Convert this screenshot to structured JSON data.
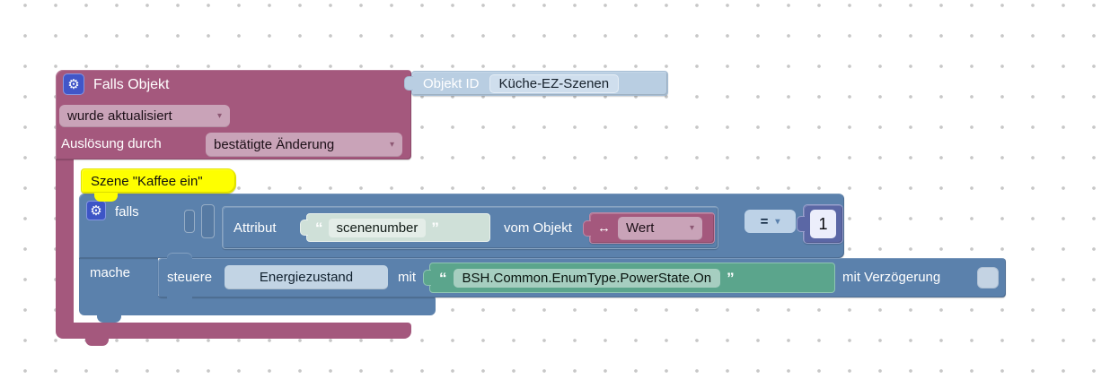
{
  "palette": {
    "trigger_pink": "#a4587d",
    "trigger_pill_pink": "#c9a3b8",
    "logic_blue": "#5b81ac",
    "string_green": "#5ba58c",
    "shadow_string_mint": "#cfe0d8",
    "math_purple": "#5b67a5",
    "object_id_lightblue": "#b9cee2",
    "comment_yellow": "#feff00",
    "gear_badge_blue": "#4156c8",
    "workspace_dot_gray": "#c7c7c7"
  },
  "icons": {
    "gear": "⚙",
    "dropdown_arrow": "▾",
    "quote_open": "“",
    "quote_close": "”",
    "swap_arrow": "↔"
  },
  "trigger": {
    "title": "Falls Objekt",
    "update_dropdown": "wurde aktualisiert",
    "trigger_by_label": "Auslösung durch",
    "trigger_by_dropdown": "bestätigte Änderung"
  },
  "object_id": {
    "label": "Objekt ID",
    "value": "Küche-EZ-Szenen"
  },
  "comment": {
    "text": "Szene \"Kaffee ein\""
  },
  "if_block": {
    "if_label": "falls",
    "do_label": "mache"
  },
  "condition": {
    "attribute_label": "Attribut",
    "attribute_value": "scenenumber",
    "of_object_label": "vom Objekt",
    "value_type_dropdown": "Wert",
    "operator": "=",
    "compare_value": "1"
  },
  "action": {
    "control_label": "steuere",
    "object_field": "Energiezustand",
    "with_label": "mit",
    "value": "BSH.Common.EnumType.PowerState.On",
    "delay_label": "mit Verzögerung"
  }
}
